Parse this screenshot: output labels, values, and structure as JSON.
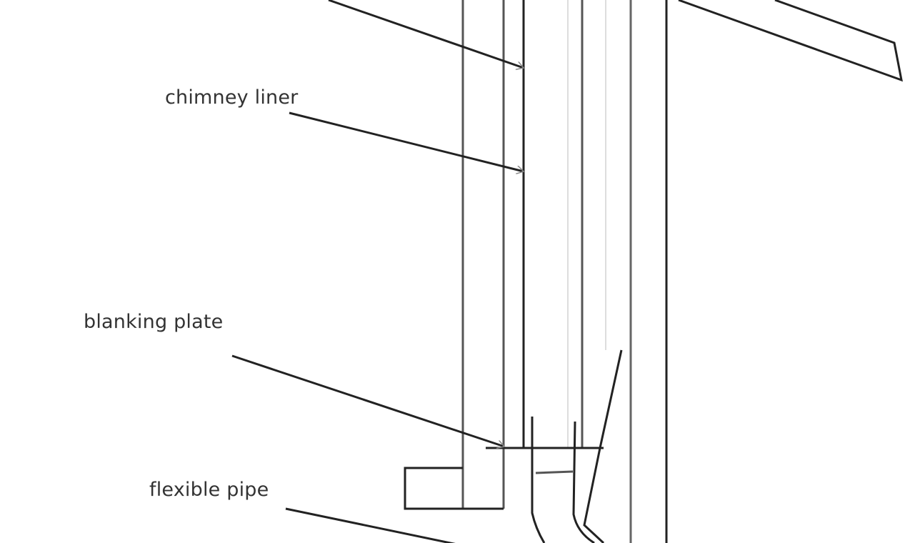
{
  "labels": {
    "chimney_liner": "chimney liner",
    "blanking_plate": "blanking plate",
    "flexible_pipe": "flexible pipe"
  },
  "colors": {
    "line": "#222222",
    "background": "#ffffff"
  }
}
